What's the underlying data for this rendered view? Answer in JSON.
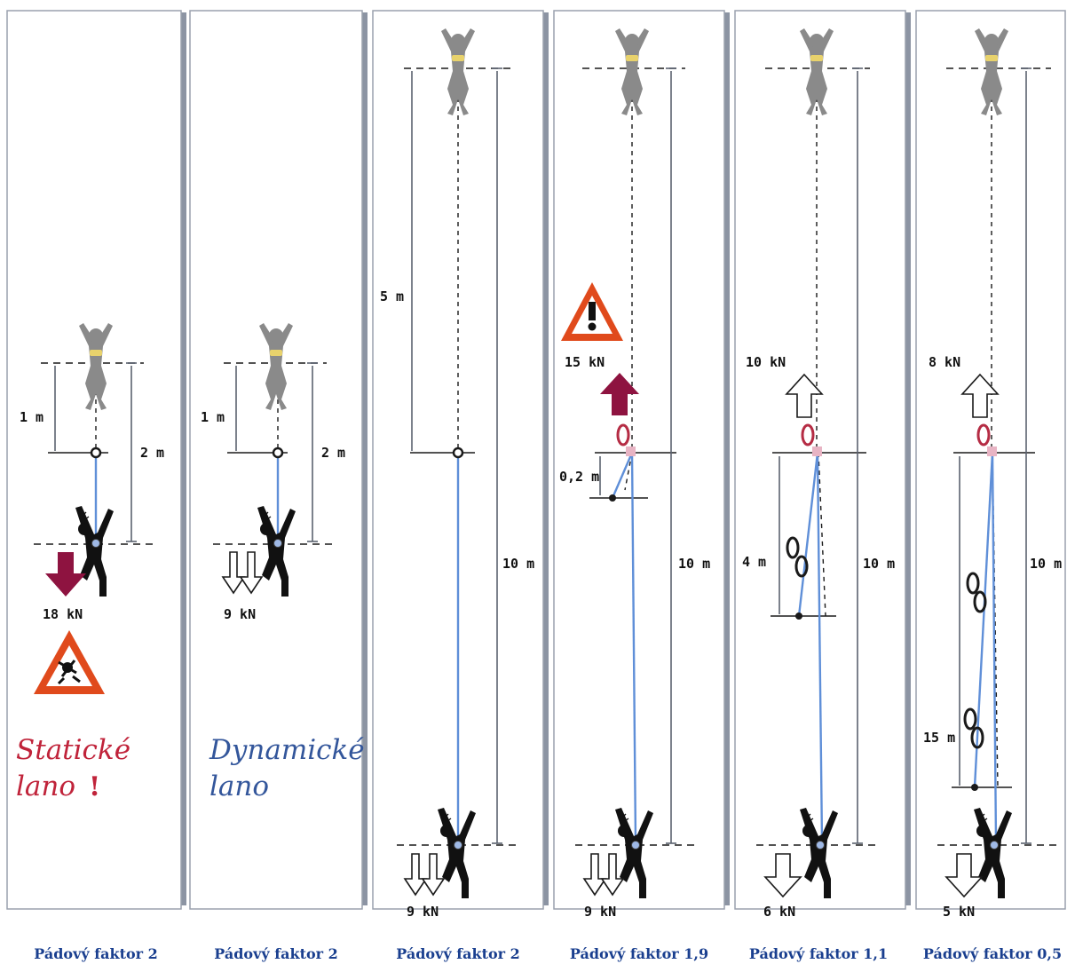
{
  "colors": {
    "rope": "#5f8fd8",
    "force_arrow": "#8e1340",
    "warning_triangle": "#e04a1c",
    "caption": "#1a3f8f",
    "static_note": "#c0233a",
    "dynamic_note": "#33569b"
  },
  "panels": [
    {
      "caption": "Pádový faktor 2",
      "fall_label": "1 m",
      "rope_label": "2 m",
      "force": "18 kN",
      "force_style": "heavy-down",
      "warning_icon": "falling-climber-warning-icon",
      "note": {
        "line1": "Statické",
        "line2": "lano",
        "mark": "!"
      }
    },
    {
      "caption": "Pádový faktor 2",
      "fall_label": "1 m",
      "rope_label": "2 m",
      "force": "9 kN",
      "force_style": "hollow-down",
      "note": {
        "line1": "Dynamické",
        "line2": "lano"
      }
    },
    {
      "caption": "Pádový faktor 2",
      "fall_label": "5 m",
      "rope_label": "10 m",
      "force": "9 kN",
      "force_style": "hollow-down"
    },
    {
      "caption": "Pádový faktor 1,9",
      "extra_label": "0,2 m",
      "rope_label": "10 m",
      "top_force": "15 kN",
      "top_force_style": "heavy-up",
      "warning_icon": "exclamation-warning-icon",
      "force": "9 kN",
      "force_style": "hollow-down"
    },
    {
      "caption": "Pádový faktor 1,1",
      "extra_label": "4 m",
      "rope_label": "10 m",
      "top_force": "10 kN",
      "top_force_style": "hollow-up",
      "force": "6 kN",
      "force_style": "hollow-down"
    },
    {
      "caption": "Pádový faktor 0,5",
      "extra_label": "15 m",
      "rope_label": "10 m",
      "top_force": "8 kN",
      "top_force_style": "hollow-up",
      "force": "5 kN",
      "force_style": "hollow-down"
    }
  ]
}
